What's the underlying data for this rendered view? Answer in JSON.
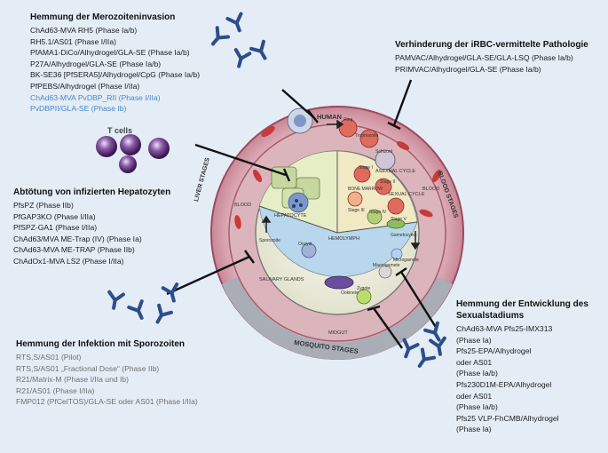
{
  "blocks": {
    "merozoite": {
      "title": "Hemmung der Merozoiteninvasion",
      "lines": [
        {
          "text": "ChAd63-MVA RH5 (Phase Ia/b)",
          "color": "black"
        },
        {
          "text": "RH5.1/AS01 (Phase I/IIa)",
          "color": "black"
        },
        {
          "text": "PfAMA1-DiCo/Alhydrogel/GLA-SE (Phase Ia/b)",
          "color": "black"
        },
        {
          "text": "P27A/Alhydrogel/GLA-SE (Phase Ia/b)",
          "color": "black"
        },
        {
          "text": "BK-SE36 [PfSERA5]/Alhydrogel/CpG (Phase Ia/b)",
          "color": "black"
        },
        {
          "text": "PfPEBS/Alhydrogel (Phase I/IIa)",
          "color": "black"
        },
        {
          "text": "ChAd63-MVA PvDBP_RII (Phase I/IIa)",
          "color": "blue"
        },
        {
          "text": "PvDBPII/GLA-SE (Phase Ib)",
          "color": "blue"
        }
      ]
    },
    "irbc": {
      "title": "Verhinderung der iRBC-vermittelte Pathologie",
      "lines": [
        {
          "text": "PAMVAC/Alhydrogel/GLA-SE/GLA-LSQ (Phase Ia/b)",
          "color": "black"
        },
        {
          "text": "PRIMVAC/Alhydrogel/GLA-SE (Phase Ia/b)",
          "color": "black"
        }
      ]
    },
    "hepatocyte": {
      "title": "Abtötung von infizierten Hepatozyten",
      "lines": [
        {
          "text": "PfsPZ (Phase IIb)",
          "color": "black"
        },
        {
          "text": "PfGAP3KO (Phase I/IIa)",
          "color": "black"
        },
        {
          "text": "PfSPZ-GA1 (Phase I/IIa)",
          "color": "black"
        },
        {
          "text": "ChAd63/MVA ME-Trap (IV) (Phase Ia)",
          "color": "black"
        },
        {
          "text": "ChAd63-MVA ME-TRAP (Phase IIb)",
          "color": "black"
        },
        {
          "text": "ChAdOx1-MVA LS2 (Phase I/IIa)",
          "color": "black"
        }
      ]
    },
    "sporozoite": {
      "title": "Hemmung der Infektion mit Sporozoiten",
      "lines": [
        {
          "text": "RTS,S/AS01 (Pilot)",
          "color": "grey"
        },
        {
          "text": "RTS,S/AS01 „Fractional Dose“ (Phase IIb)",
          "color": "grey"
        },
        {
          "text": "R21/Matrix-M (Phase I/IIa und Ib)",
          "color": "grey"
        },
        {
          "text": "R21/AS01 (Phase I/IIa)",
          "color": "grey"
        },
        {
          "text": "FMP012 (PfCelTOS)/GLA-SE oder AS01 (Phase I/IIa)",
          "color": "grey"
        }
      ]
    },
    "sexual": {
      "title": "Hemmung der Entwicklung des Sexualstadiums",
      "lines": [
        {
          "text": "ChAd63-MVA Pfs25-IMX313",
          "color": "black"
        },
        {
          "text": "(Phase Ia)",
          "color": "black"
        },
        {
          "text": "Pfs25-EPA/Alhydrogel",
          "color": "black"
        },
        {
          "text": "oder AS01",
          "color": "black"
        },
        {
          "text": "(Phase Ia/b)",
          "color": "black"
        },
        {
          "text": "Pfs230D1M-EPA/Alhydrogel",
          "color": "black"
        },
        {
          "text": "oder AS01",
          "color": "black"
        },
        {
          "text": "(Phase Ia/b)",
          "color": "black"
        },
        {
          "text": "Pfs25 VLP-FhCMB/Alhydrogel",
          "color": "black"
        },
        {
          "text": "(Phase Ia)",
          "color": "black"
        }
      ]
    }
  },
  "diagram": {
    "t_cells": "T cells",
    "human": "HUMAN",
    "liver_stages": "LIVER STAGES",
    "blood_stages": "BLOOD STAGES",
    "mosquito_stages": "MOSQUITO STAGES",
    "asexual_cycle": "ASEXUAL CYCLE",
    "sexual_cycle": "SEXUAL CYCLE",
    "hepatocyte": "HEPATOCYTE",
    "hemolymph": "HEMOLYMPH",
    "midgut": "MIDGUT",
    "salivary_glands": "SALIVARY GLANDS",
    "blood_left": "BLOOD",
    "blood_right": "BLOOD",
    "bone_marrow": "BONE MARROW",
    "ring": "Ring",
    "trophozoite": "Trophozoite",
    "schizont": "Schizont",
    "stage_labels": [
      "Stage I",
      "Stage II",
      "Stage III",
      "Stage IV",
      "Stage V"
    ],
    "gametocytes": "Gametocytes",
    "oocyst": "Oocyst",
    "ookinete": "Ookinete",
    "zygote": "Zygote",
    "macrogamete": "Macrogamete",
    "microgamete": "Microgamete",
    "sporozoite": "Sporozoite"
  },
  "colors": {
    "background": "#e4edf6",
    "outer_ring": "#e8c9cf",
    "outer_ring_dark": "#b05a6e",
    "mosquito_ring": "#9aa0aa",
    "blood_ring": "#d3a3ad",
    "liver_sector": "#e6eec6",
    "blood_sector": "#f1e9c4",
    "hemolymph": "#b8d6ec",
    "antibody": "#2d4d8c",
    "tcell": "#5a2a7a",
    "blue_text": "#4a86c8",
    "grey_text": "#707070"
  }
}
